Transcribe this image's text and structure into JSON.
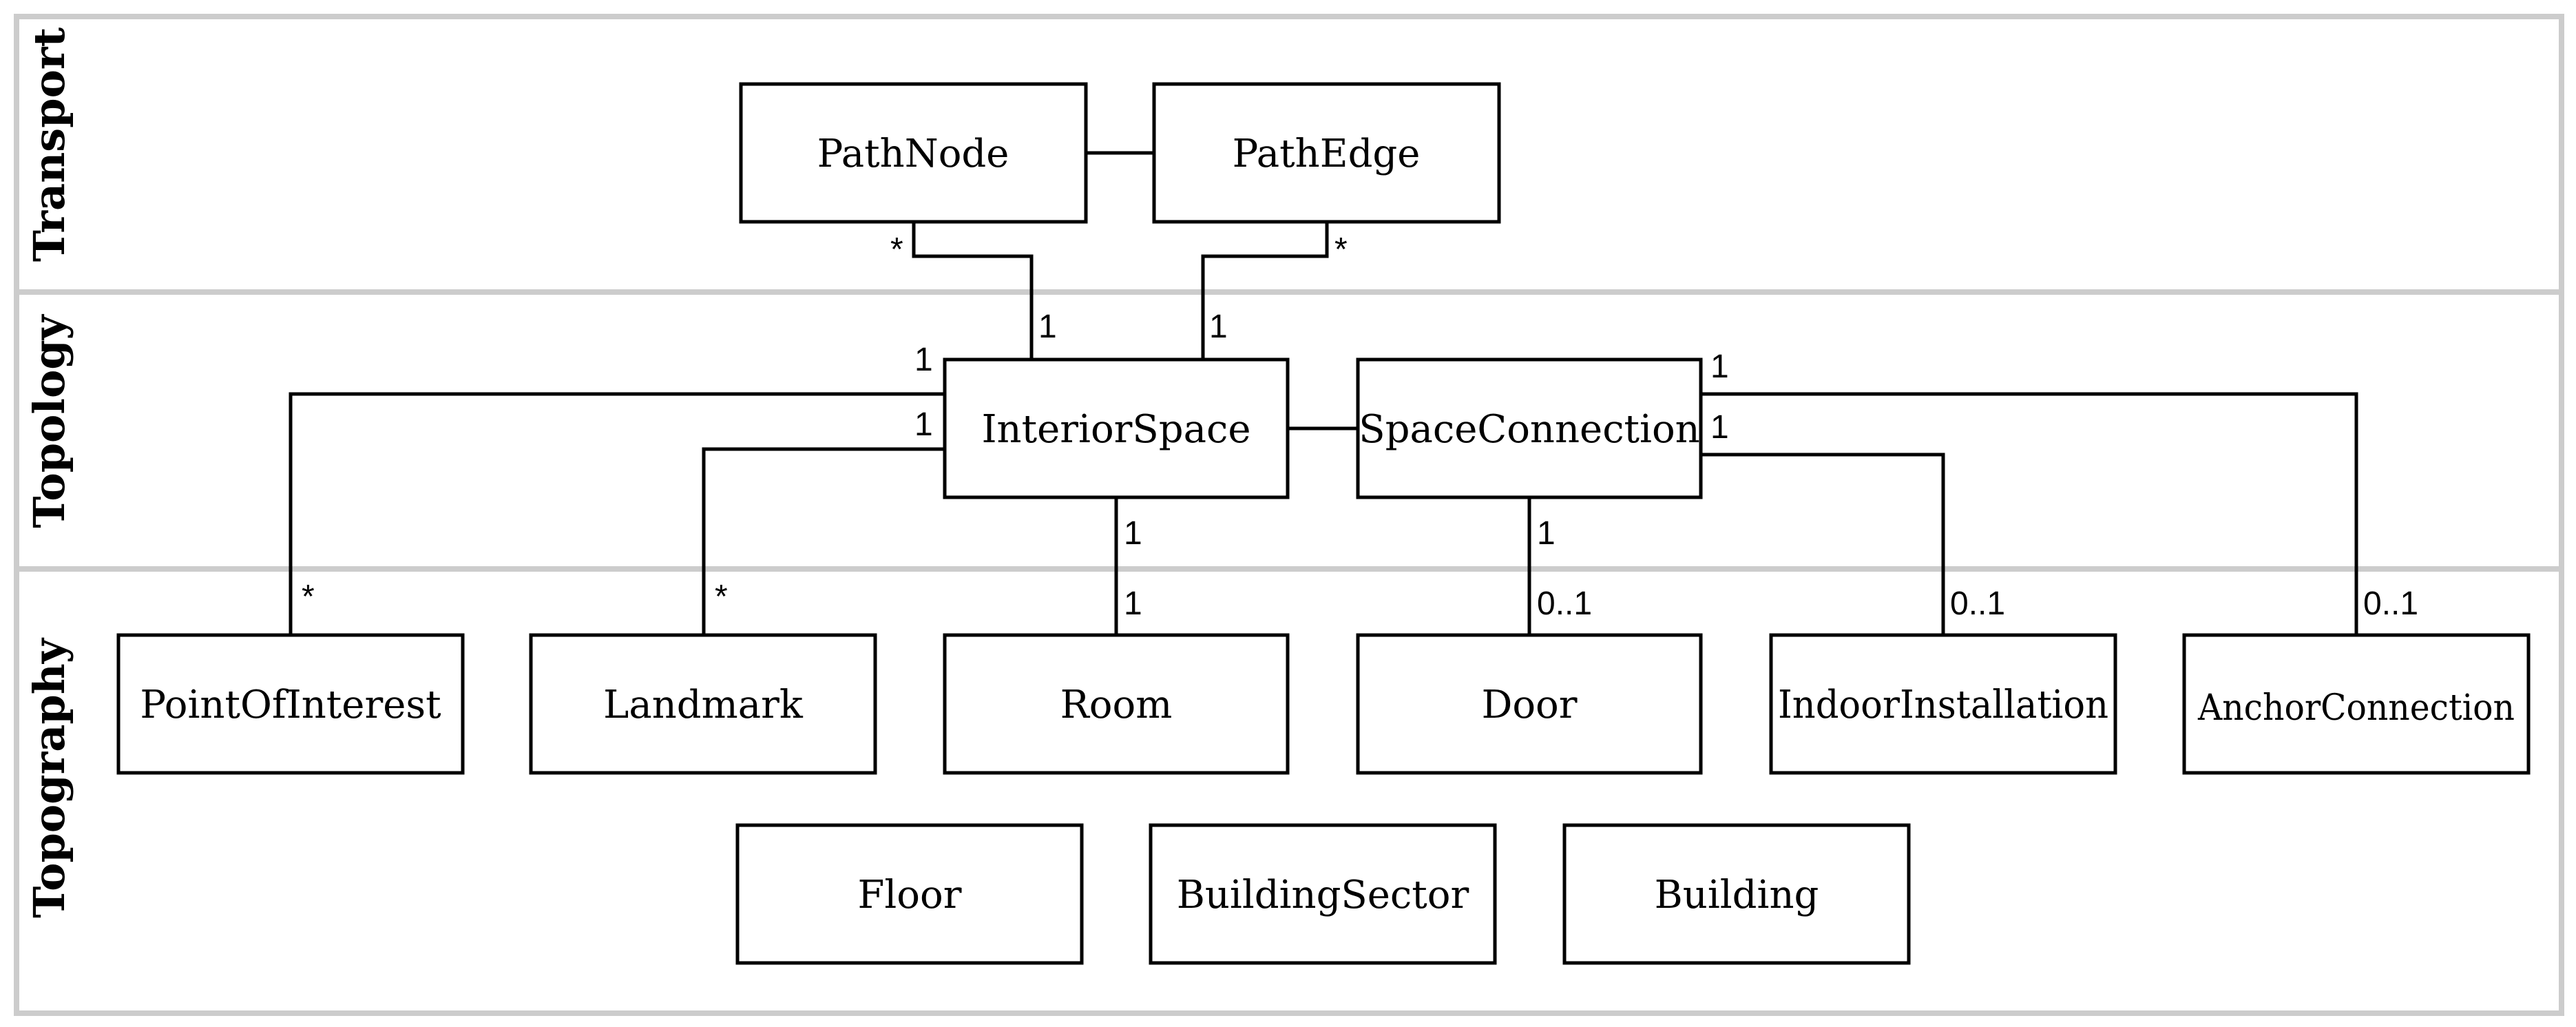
{
  "layers": {
    "transport": "Transport",
    "topology": "Topology",
    "topography": "Topography"
  },
  "classes": {
    "path_node": "PathNode",
    "path_edge": "PathEdge",
    "interior_space": "InteriorSpace",
    "space_connection": "SpaceConnection",
    "point_of_interest": "PointOfInterest",
    "landmark": "Landmark",
    "room": "Room",
    "door": "Door",
    "indoor_installation": "IndoorInstallation",
    "anchor_connection": "AnchorConnection",
    "floor": "Floor",
    "building_sector": "BuildingSector",
    "building": "Building"
  },
  "multiplicities": {
    "pathnode_interior_near_pathnode": "*",
    "pathnode_interior_near_interior": "1",
    "pathedge_interior_near_pathedge": "*",
    "pathedge_interior_near_interior": "1",
    "interior_poi_near_interior": "1",
    "interior_poi_near_poi": "*",
    "interior_landmark_near_interior": "1",
    "interior_landmark_near_landmark": "*",
    "interior_room_near_interior": "1",
    "interior_room_near_room": "1",
    "connection_door_near_connection": "1",
    "connection_door_near_door": "0..1",
    "connection_installation_near_connection": "1",
    "connection_installation_near_installation": "0..1",
    "connection_anchor_near_connection": "1",
    "connection_anchor_near_anchor": "0..1"
  },
  "colors": {
    "layer_border": "#cccccc",
    "line": "#000000",
    "box_fill": "#ffffff"
  }
}
